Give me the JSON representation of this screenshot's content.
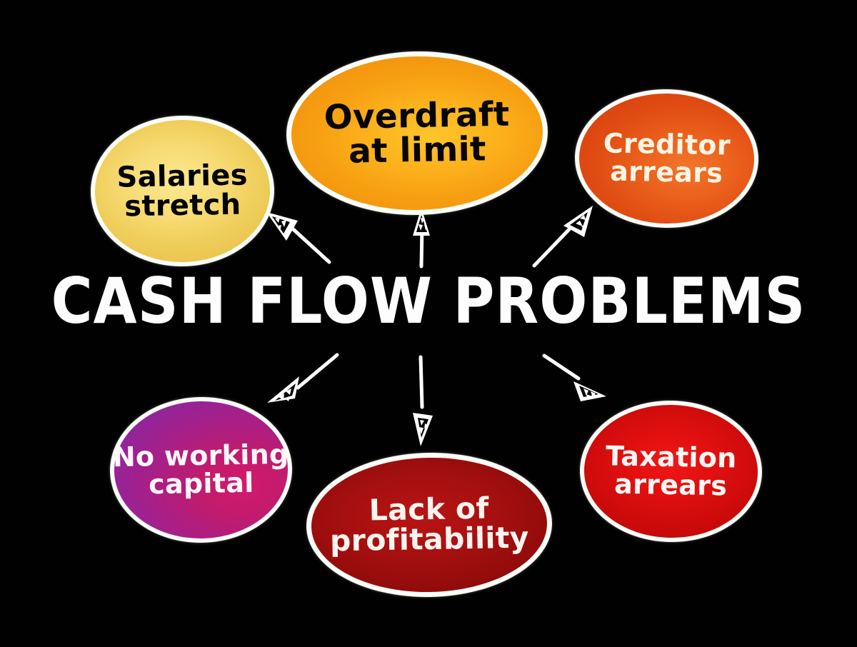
{
  "diagram": {
    "title": "CASH FLOW PROBLEMS",
    "background_color": "#000000",
    "style": "hand-drawn mind map",
    "center": {
      "label": "CASH FLOW PROBLEMS",
      "text_color": "#ffffff"
    },
    "nodes": [
      {
        "id": "salaries-stretch",
        "lines": [
          "Salaries",
          "stretch"
        ],
        "text_color": "#000000",
        "fill_from": "#fbe892",
        "fill_to": "#e9c24a",
        "position": "top-left"
      },
      {
        "id": "overdraft-at-limit",
        "lines": [
          "Overdraft",
          "at limit"
        ],
        "text_color": "#000000",
        "fill_from": "#ffc52a",
        "fill_to": "#f08f0c",
        "position": "top-center"
      },
      {
        "id": "creditor-arrears",
        "lines": [
          "Creditor",
          "arrears"
        ],
        "text_color": "#fdf4e2",
        "fill_from": "#f2762a",
        "fill_to": "#d8410e",
        "position": "top-right"
      },
      {
        "id": "no-working-capital",
        "lines": [
          "No working",
          "capital"
        ],
        "text_color": "#fdf7f9",
        "fill_from": "#d31a6e",
        "fill_to": "#8a26a0",
        "position": "bottom-left"
      },
      {
        "id": "lack-of-profitability",
        "lines": [
          "Lack of",
          "profitability"
        ],
        "text_color": "#fdf4ef",
        "fill_from": "#b81414",
        "fill_to": "#840808",
        "position": "bottom-center"
      },
      {
        "id": "taxation-arrears",
        "lines": [
          "Taxation",
          "arrears"
        ],
        "text_color": "#fdf6f3",
        "fill_from": "#f01616",
        "fill_to": "#bd0808",
        "position": "bottom-right"
      }
    ],
    "arrows": [
      {
        "id": "arrow-to-salaries",
        "from": "center",
        "to": "salaries-stretch",
        "direction": "up-left",
        "color": "#ffffff"
      },
      {
        "id": "arrow-to-overdraft",
        "from": "center",
        "to": "overdraft-at-limit",
        "direction": "up",
        "color": "#ffffff"
      },
      {
        "id": "arrow-to-creditor",
        "from": "center",
        "to": "creditor-arrears",
        "direction": "up-right",
        "color": "#ffffff"
      },
      {
        "id": "arrow-to-no-working-capital",
        "from": "center",
        "to": "no-working-capital",
        "direction": "down-left",
        "color": "#ffffff"
      },
      {
        "id": "arrow-to-lack-of-profitability",
        "from": "center",
        "to": "lack-of-profitability",
        "direction": "down",
        "color": "#ffffff"
      },
      {
        "id": "arrow-to-taxation-arrears",
        "from": "center",
        "to": "taxation-arrears",
        "direction": "down-right",
        "color": "#ffffff"
      }
    ]
  }
}
